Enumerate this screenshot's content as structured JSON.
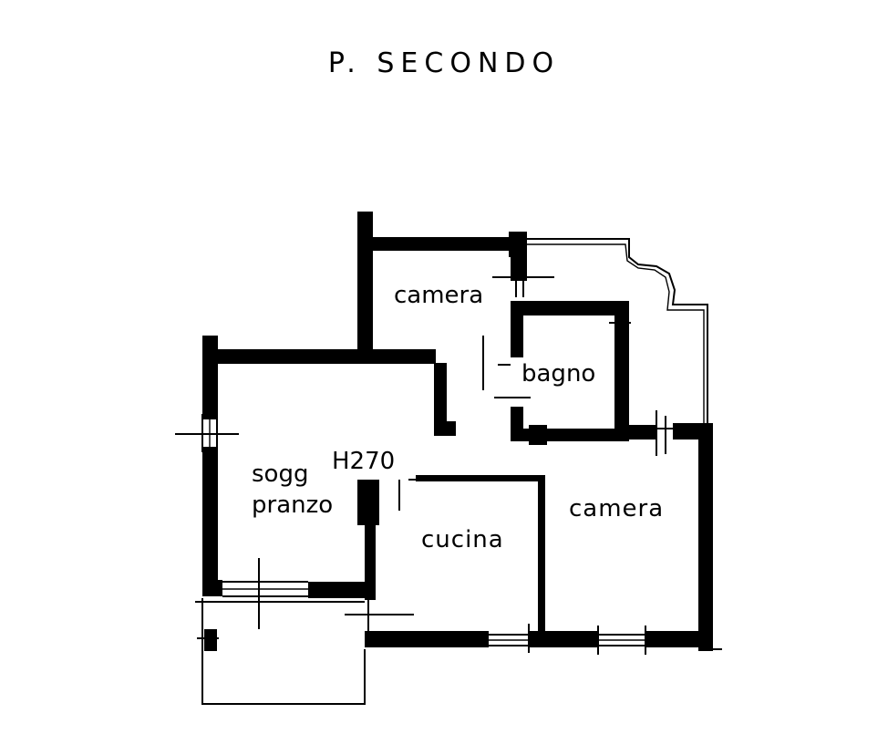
{
  "title": "P. SECONDO",
  "ceiling_height": "H270",
  "rooms": {
    "camera_top": "camera",
    "bagno": "bagno",
    "soggiorno_line1": "sogg",
    "soggiorno_line2": "pranzo",
    "cucina": "cucina",
    "camera_right": "camera"
  },
  "colors": {
    "ink": "#000000",
    "paper": "#ffffff"
  }
}
